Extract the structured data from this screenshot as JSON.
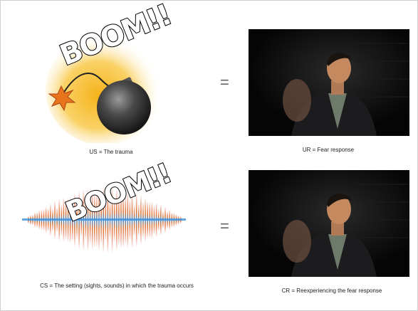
{
  "rows": [
    {
      "left_caption": "US = The trauma",
      "right_caption": "UR = Fear response",
      "equals_sign": "=",
      "boom_text": "BOOM!!",
      "left_icon": "bomb-icon",
      "right_image": "man-startled-photo"
    },
    {
      "left_caption": "CS = The setting (sights, sounds) in which the trauma occurs",
      "right_caption": "CR = Reexperiencing the fear response",
      "equals_sign": "=",
      "boom_text": "BOOM!!",
      "left_icon": "sound-wave-icon",
      "right_image": "man-startled-photo"
    }
  ],
  "colors": {
    "glow": "#f6b21a",
    "bomb": "#3a3a3a",
    "spark": "#e8741c",
    "wave_blue": "#3f8fd8",
    "wave_red": "#d8402a",
    "photo_bg": "#0b0b0c"
  }
}
